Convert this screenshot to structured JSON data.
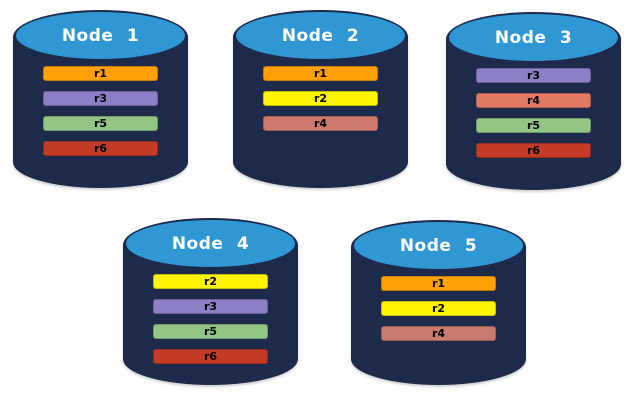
{
  "diagram": {
    "background": "#ffffff",
    "palette": {
      "cylinder_body": "#1d2a4b",
      "cylinder_top": "#2f97d4",
      "node_label_text": "#ffffff",
      "replica_label_text": "#000000"
    },
    "nodes": [
      {
        "label": "Node 1",
        "replicas": [
          {
            "label": "r1",
            "color": "#ffa003"
          },
          {
            "label": "r3",
            "color": "#8c7fc5"
          },
          {
            "label": "r5",
            "color": "#92c685"
          },
          {
            "label": "r6",
            "color": "#c33a26"
          }
        ]
      },
      {
        "label": "Node 2",
        "replicas": [
          {
            "label": "r1",
            "color": "#ffa003"
          },
          {
            "label": "r2",
            "color": "#fdf501"
          },
          {
            "label": "r4",
            "color": "#cc7a6c"
          }
        ]
      },
      {
        "label": "Node 3",
        "replicas": [
          {
            "label": "r3",
            "color": "#8c7fc5"
          },
          {
            "label": "r4",
            "color": "#e27a62"
          },
          {
            "label": "r5",
            "color": "#92c685"
          },
          {
            "label": "r6",
            "color": "#c33a26"
          }
        ]
      },
      {
        "label": "Node 4",
        "replicas": [
          {
            "label": "r2",
            "color": "#fdf501"
          },
          {
            "label": "r3",
            "color": "#8c7fc5"
          },
          {
            "label": "r5",
            "color": "#92c685"
          },
          {
            "label": "r6",
            "color": "#c33a26"
          }
        ]
      },
      {
        "label": "Node 5",
        "replicas": [
          {
            "label": "r1",
            "color": "#ffa003"
          },
          {
            "label": "r2",
            "color": "#fdf501"
          },
          {
            "label": "r4",
            "color": "#ca7a6c"
          }
        ]
      }
    ]
  }
}
